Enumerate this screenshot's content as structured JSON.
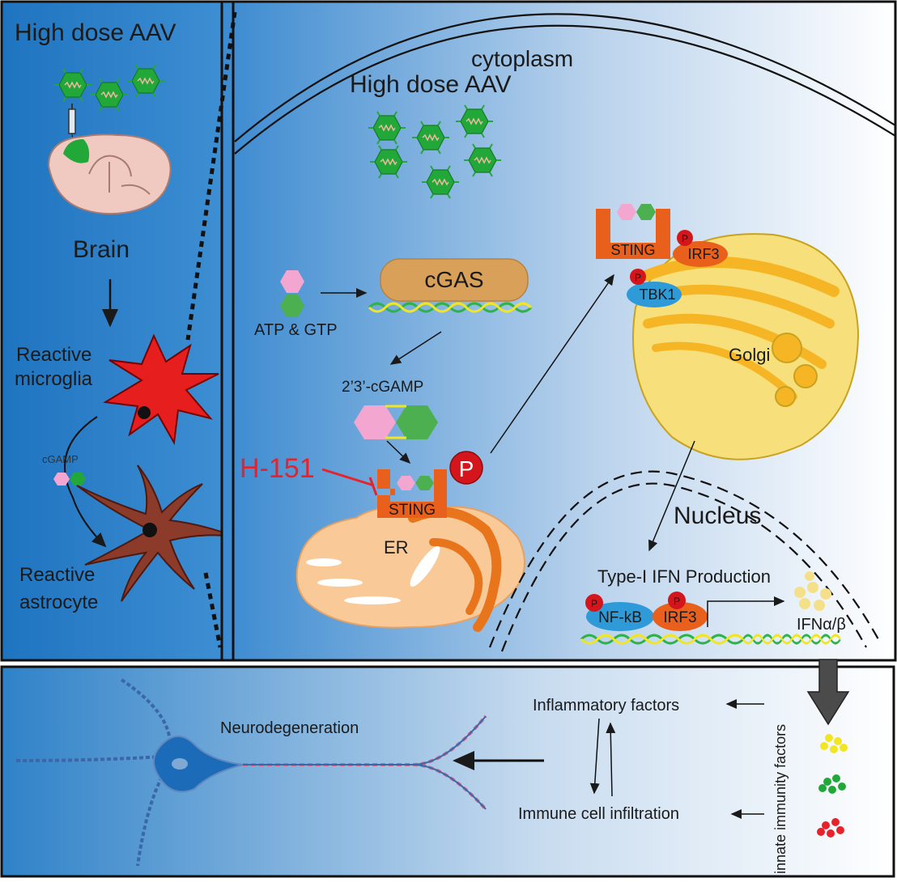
{
  "left_panel": {
    "title": "High dose AAV",
    "brain_label": "Brain",
    "microglia_label": [
      "Reactive",
      "microglia"
    ],
    "cgamp_label": "cGAMP",
    "astrocyte_label": [
      "Reactive",
      "astrocyte"
    ]
  },
  "cell_panel": {
    "cytoplasm_label": "cytoplasm",
    "aav_label": "High dose AAV",
    "cgas_label": "cGAS",
    "atp_gtp_label": "ATP & GTP",
    "cgamp_label": "2’3’-cGAMP",
    "inhibitor_label": "H-151",
    "sting_label": "STING",
    "p_label": "P",
    "er_label": "ER",
    "sting_golgi_label": "STING",
    "irf3_label": "IRF3",
    "tbk1_label": "TBK1",
    "golgi_label": "Golgi",
    "nucleus_label": "Nucleus",
    "ifn_production_label": "Type-I IFN Production",
    "nfkb_label": "NF-kB",
    "irf3_nuclear_label": "IRF3",
    "ifn_label": "IFNα/β"
  },
  "bottom_panel": {
    "neurodegeneration_label": "Neurodegeneration",
    "inflammatory_label": "Inflammatory factors",
    "immune_label": "Immune cell infiltration",
    "innate_label": "innate immunity factors"
  },
  "colors": {
    "panel_blue": "#2d7fc6",
    "aav_green": "#22a838",
    "sting_orange": "#e8601c",
    "inhibitor_red": "#e8222a",
    "golgi_yellow": "#f5c42a"
  }
}
